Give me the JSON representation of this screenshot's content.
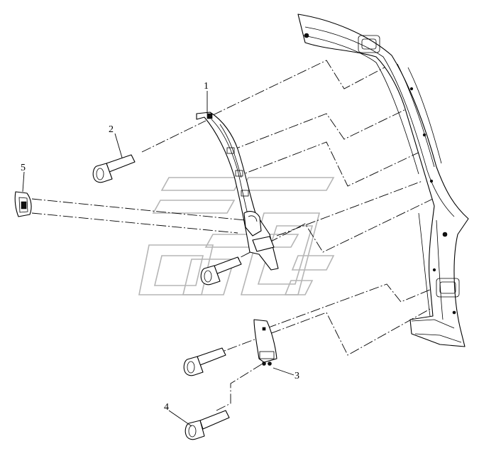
{
  "diagram": {
    "callouts": [
      {
        "id": "1",
        "label": "1",
        "part": "a-pillar-trim-panel"
      },
      {
        "id": "2",
        "label": "2",
        "part": "upper-clip"
      },
      {
        "id": "3",
        "label": "3",
        "part": "lower-trim-bracket"
      },
      {
        "id": "4",
        "label": "4",
        "part": "lower-clip"
      },
      {
        "id": "5",
        "label": "5",
        "part": "speaker-grille-cap"
      }
    ],
    "watermark_icon": "company-logo-watermark",
    "colors": {
      "line": "#000000",
      "watermark": "#b5b5b5",
      "background": "#ffffff"
    }
  }
}
